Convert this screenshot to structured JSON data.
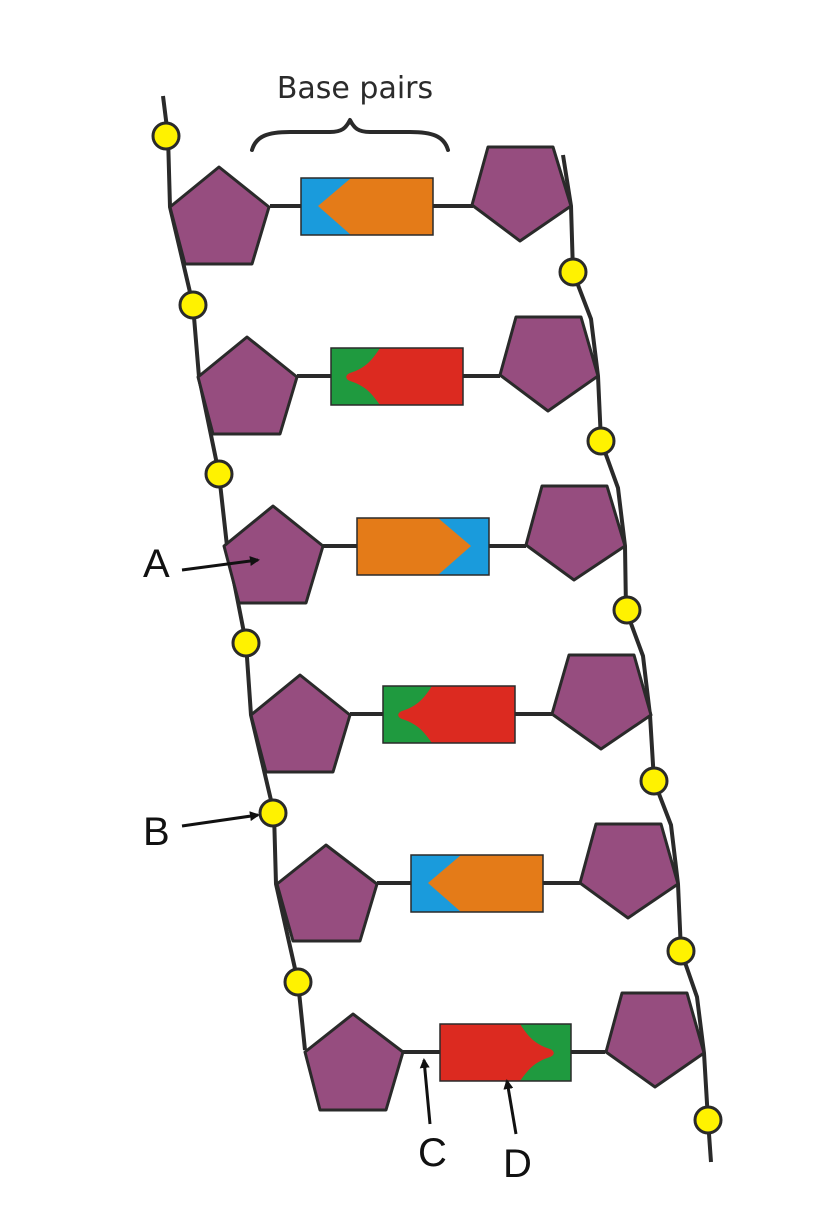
{
  "title": "Base pairs",
  "labels": {
    "a": "A",
    "b": "B",
    "c": "C",
    "d": "D"
  },
  "colors": {
    "sugar": "#964d7f",
    "phosphate": "#fff200",
    "blue_base": "#1a9bdc",
    "orange_base": "#e47b18",
    "green_base": "#1f9a3f",
    "red_base": "#dc2a20",
    "outline": "#2a2a2a"
  },
  "rows": [
    {
      "left_base": "blue",
      "right_base": "orange"
    },
    {
      "left_base": "green",
      "right_base": "red"
    },
    {
      "left_base": "orange",
      "right_base": "blue"
    },
    {
      "left_base": "green",
      "right_base": "red"
    },
    {
      "left_base": "blue",
      "right_base": "orange"
    },
    {
      "left_base": "red",
      "right_base": "green"
    }
  ]
}
